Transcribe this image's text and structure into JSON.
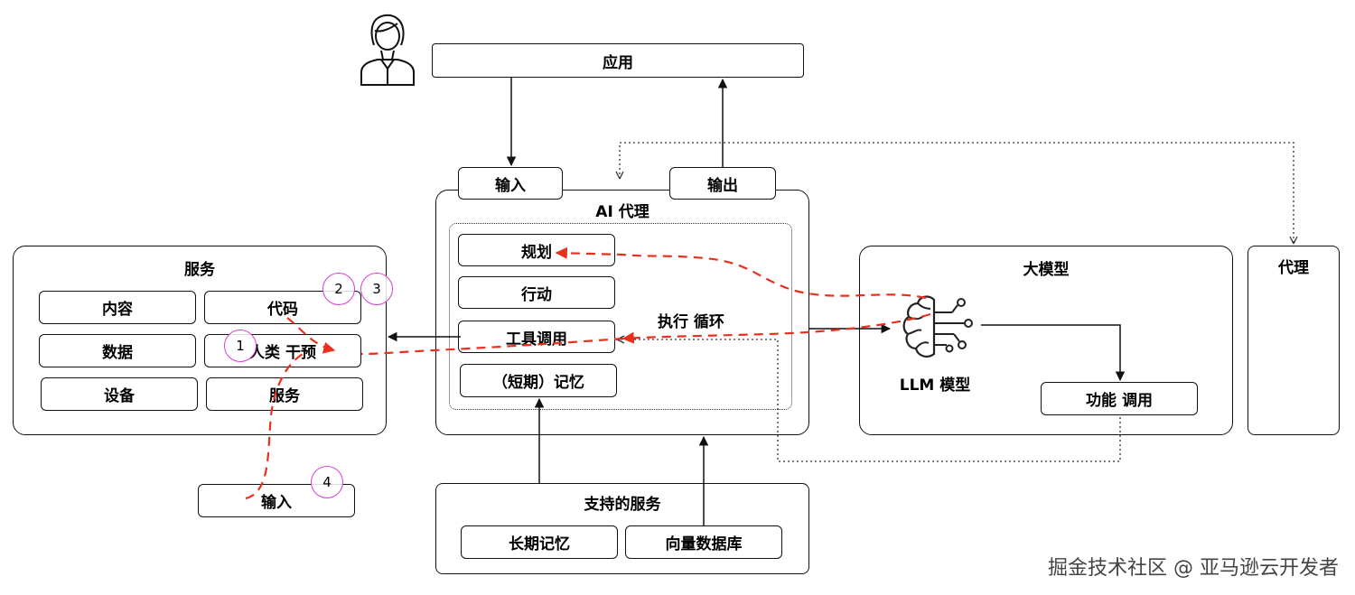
{
  "application": "应用",
  "input_top": "输入",
  "output_top": "输出",
  "agent": {
    "title": "AI 代理",
    "items": [
      "规划",
      "行动",
      "工具调用",
      "（短期）记忆"
    ],
    "loop_label": "执行 循环"
  },
  "services": {
    "title": "服务",
    "items": [
      "内容",
      "代码",
      "数据",
      "人类 干预",
      "设备",
      "服务"
    ]
  },
  "input_bottom": "输入",
  "llm": {
    "title": "大模型",
    "model_label": "LLM 模型",
    "function_call": "功能 调用"
  },
  "proxy": "代理",
  "support": {
    "title": "支持的服务",
    "items": [
      "长期记忆",
      "向量数据库"
    ]
  },
  "steps": [
    "1",
    "2",
    "3",
    "4"
  ],
  "watermark": "掘金技术社区 @ 亚马逊云开发者",
  "colors": {
    "dashed_path": "#e8301c",
    "step_circle": "#d63fd6"
  }
}
